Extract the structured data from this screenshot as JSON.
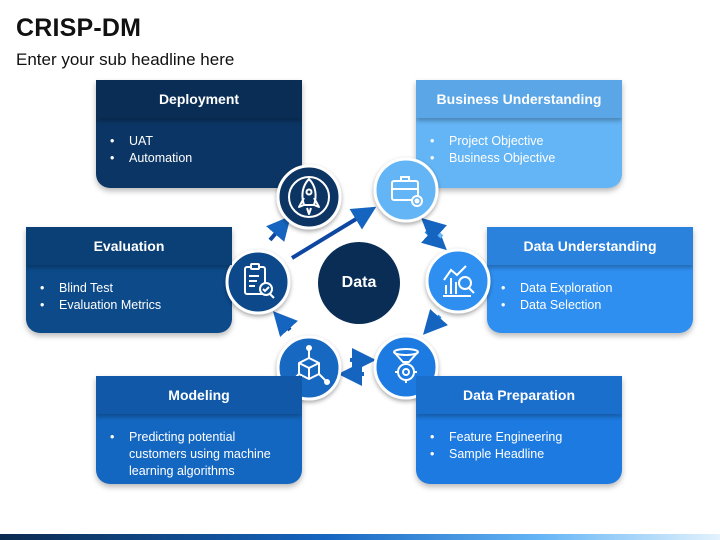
{
  "header": {
    "title": "CRISP-DM",
    "subtitle": "Enter your sub headline here"
  },
  "center": {
    "label": "Data"
  },
  "phases": {
    "deployment": {
      "title": "Deployment",
      "items": [
        "UAT",
        "Automation"
      ],
      "color": "#0b3564",
      "icon": "rocket-icon"
    },
    "evaluation": {
      "title": "Evaluation",
      "items": [
        "Blind Test",
        "Evaluation Metrics"
      ],
      "color": "#0c4a8a",
      "icon": "checklist-magnifier-icon"
    },
    "modeling": {
      "title": "Modeling",
      "items": [
        "Predicting potential customers using machine learning algorithms"
      ],
      "color": "#1467c0",
      "icon": "cube-network-icon"
    },
    "business_understanding": {
      "title": "Business Understanding",
      "items": [
        "Project Objective",
        "Business Objective"
      ],
      "color": "#64b5f6",
      "icon": "briefcase-gear-icon"
    },
    "data_understanding": {
      "title": "Data Understanding",
      "items": [
        "Data Exploration",
        "Data Selection"
      ],
      "color": "#2f8ff0",
      "icon": "chart-magnifier-icon"
    },
    "data_preparation": {
      "title": "Data Preparation",
      "items": [
        "Feature Engineering",
        "Sample Headline"
      ],
      "color": "#1d7ae0",
      "icon": "funnel-gear-icon"
    }
  }
}
